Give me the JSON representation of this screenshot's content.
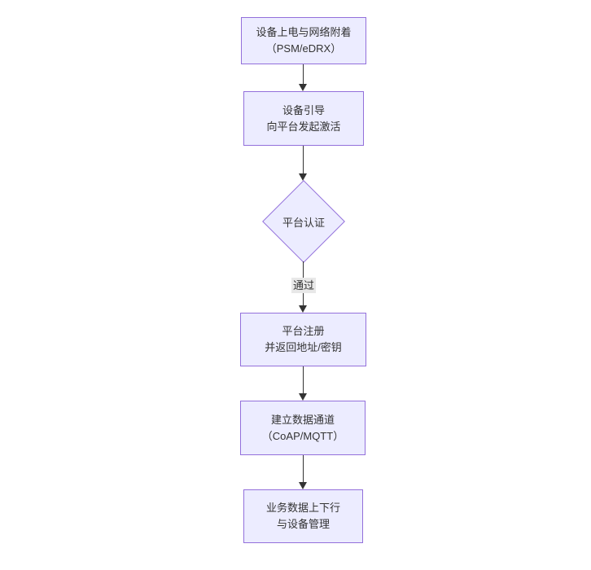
{
  "diagram": {
    "type": "flowchart",
    "direction": "top-down",
    "colors": {
      "background": "#ffffff",
      "node_fill": "#ECECFF",
      "node_border": "#9370DB",
      "edge_color": "#333333",
      "edge_label_background": "#e8e8e8",
      "text_color": "#333333"
    },
    "nodes": [
      {
        "id": "n1",
        "shape": "rect",
        "lines": [
          "设备上电与网络附着",
          "（PSM/eDRX）"
        ]
      },
      {
        "id": "n2",
        "shape": "rect",
        "lines": [
          "设备引导",
          "向平台发起激活"
        ]
      },
      {
        "id": "n3",
        "shape": "diamond",
        "lines": [
          "平台认证"
        ]
      },
      {
        "id": "n4",
        "shape": "rect",
        "lines": [
          "平台注册",
          "并返回地址/密钥"
        ]
      },
      {
        "id": "n5",
        "shape": "rect",
        "lines": [
          "建立数据通道",
          "（CoAP/MQTT）"
        ]
      },
      {
        "id": "n6",
        "shape": "rect",
        "lines": [
          "业务数据上下行",
          "与设备管理"
        ]
      }
    ],
    "edges": [
      {
        "from": "n1",
        "to": "n2",
        "label": ""
      },
      {
        "from": "n2",
        "to": "n3",
        "label": ""
      },
      {
        "from": "n3",
        "to": "n4",
        "label": "通过"
      },
      {
        "from": "n4",
        "to": "n5",
        "label": ""
      },
      {
        "from": "n5",
        "to": "n6",
        "label": ""
      }
    ]
  }
}
